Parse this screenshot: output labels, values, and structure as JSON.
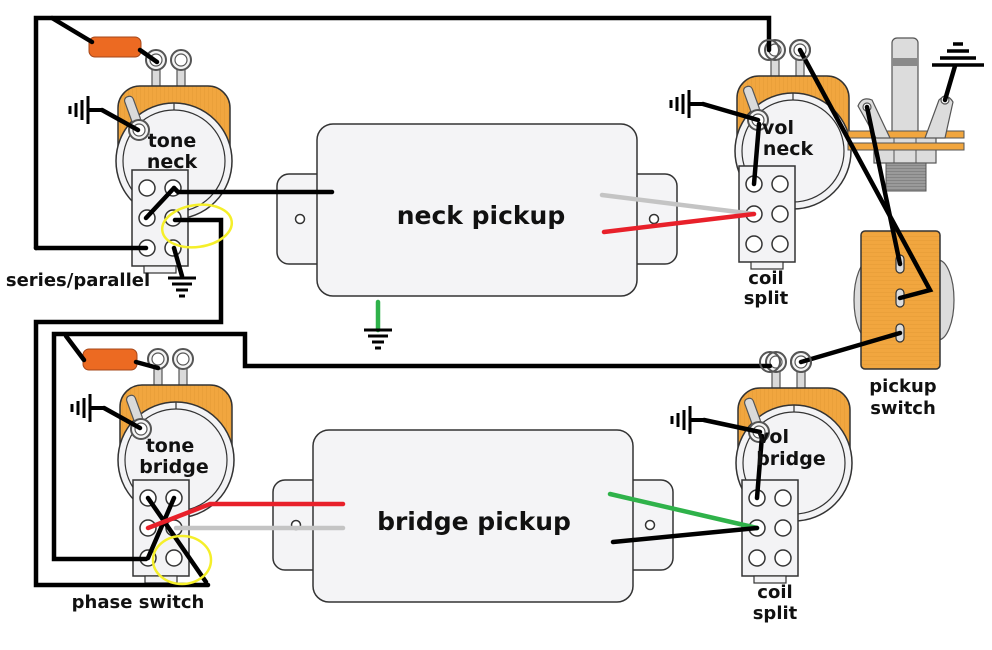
{
  "diagram": {
    "type": "guitar wiring diagram",
    "pickups": [
      {
        "id": "neck",
        "label": "neck pickup"
      },
      {
        "id": "bridge",
        "label": "bridge pickup"
      }
    ],
    "pots": [
      {
        "id": "tone-neck",
        "line1": "tone",
        "line2": "neck"
      },
      {
        "id": "vol-neck",
        "line1": "vol",
        "line2": "neck"
      },
      {
        "id": "tone-bridge",
        "line1": "tone",
        "line2": "bridge"
      },
      {
        "id": "vol-bridge",
        "line1": "vol",
        "line2": "bridge"
      }
    ],
    "switch_labels": {
      "series_parallel": "series/parallel",
      "phase_switch": "phase switch",
      "coil_split_neck": {
        "line1": "coil",
        "line2": "split"
      },
      "coil_split_bridge": {
        "line1": "coil",
        "line2": "split"
      },
      "pickup_switch": {
        "line1": "pickup",
        "line2": "switch"
      }
    },
    "colors": {
      "wire_black": "#000000",
      "wire_red": "#e8202a",
      "wire_grey": "#c4c4c4",
      "wire_green": "#2fb24a",
      "pot_body": "#f1a63f",
      "capacitor": "#ec6a22",
      "highlight": "#f5ef2a",
      "pickup_cover": "#f4f4f6"
    }
  }
}
